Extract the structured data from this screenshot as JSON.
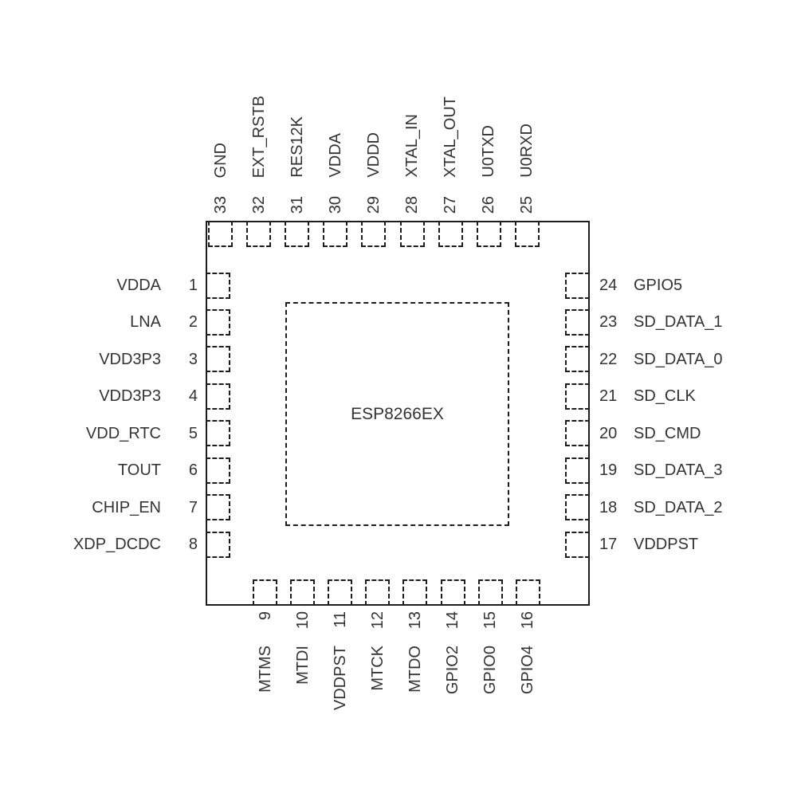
{
  "chip": {
    "name": "ESP8266EX"
  },
  "colors": {
    "line": "#1d1d1d",
    "text": "#333333",
    "background": "#ffffff"
  },
  "pins": {
    "left": [
      {
        "number": "1",
        "label": "VDDA"
      },
      {
        "number": "2",
        "label": "LNA"
      },
      {
        "number": "3",
        "label": "VDD3P3"
      },
      {
        "number": "4",
        "label": "VDD3P3"
      },
      {
        "number": "5",
        "label": "VDD_RTC"
      },
      {
        "number": "6",
        "label": "TOUT"
      },
      {
        "number": "7",
        "label": "CHIP_EN"
      },
      {
        "number": "8",
        "label": "XDP_DCDC"
      }
    ],
    "top": [
      {
        "number": "33",
        "label": "GND"
      },
      {
        "number": "32",
        "label": "EXT_RSTB"
      },
      {
        "number": "31",
        "label": "RES12K"
      },
      {
        "number": "30",
        "label": "VDDA"
      },
      {
        "number": "29",
        "label": "VDDD"
      },
      {
        "number": "28",
        "label": "XTAL_IN"
      },
      {
        "number": "27",
        "label": "XTAL_OUT"
      },
      {
        "number": "26",
        "label": "U0TXD"
      },
      {
        "number": "25",
        "label": "U0RXD"
      }
    ],
    "right": [
      {
        "number": "24",
        "label": "GPIO5"
      },
      {
        "number": "23",
        "label": "SD_DATA_1"
      },
      {
        "number": "22",
        "label": "SD_DATA_0"
      },
      {
        "number": "21",
        "label": "SD_CLK"
      },
      {
        "number": "20",
        "label": "SD_CMD"
      },
      {
        "number": "19",
        "label": "SD_DATA_3"
      },
      {
        "number": "18",
        "label": "SD_DATA_2"
      },
      {
        "number": "17",
        "label": "VDDPST"
      }
    ],
    "bottom": [
      {
        "number": "9",
        "label": "MTMS"
      },
      {
        "number": "10",
        "label": "MTDI"
      },
      {
        "number": "11",
        "label": "VDDPST"
      },
      {
        "number": "12",
        "label": "MTCK"
      },
      {
        "number": "13",
        "label": "MTDO"
      },
      {
        "number": "14",
        "label": "GPIO2"
      },
      {
        "number": "15",
        "label": "GPIO0"
      },
      {
        "number": "16",
        "label": "GPIO4"
      }
    ]
  }
}
